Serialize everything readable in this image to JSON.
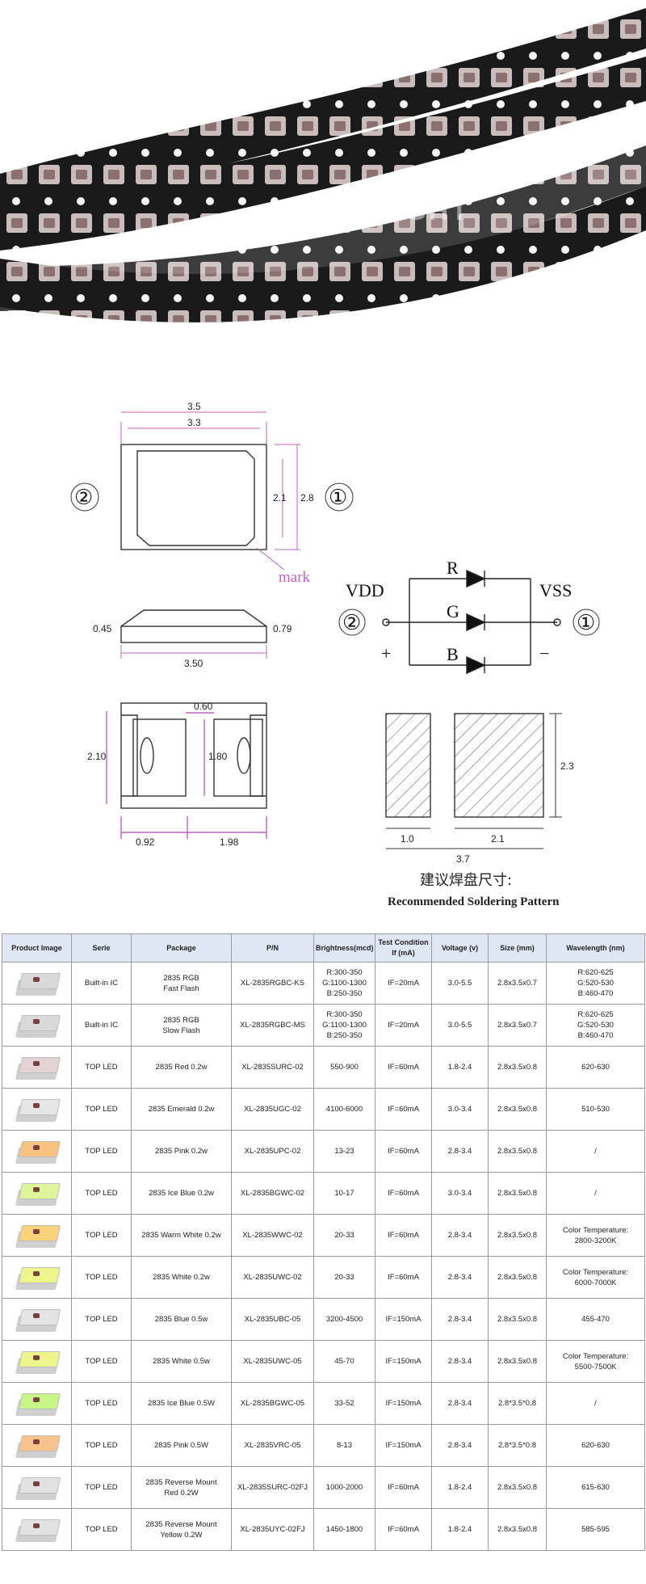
{
  "photo": {
    "watermark": "XINGLIGHT"
  },
  "drawing": {
    "top_view": {
      "dim_width_outer": "3.5",
      "dim_width_inner": "3.3",
      "dim_height_inner": "2.1",
      "dim_height_outer": "2.8",
      "pin_left": "②",
      "pin_right": "①",
      "mark_label": "mark"
    },
    "side_view": {
      "dim_left": "0.45",
      "dim_right": "0.79",
      "dim_width": "3.50"
    },
    "bottom_view": {
      "dim_top": "0.60",
      "dim_left": "2.10",
      "dim_mid": "1.80",
      "dim_left_w": "0.92",
      "dim_right_w": "1.98"
    },
    "schematic": {
      "vdd": "VDD",
      "vss": "VSS",
      "r": "R",
      "g": "G",
      "b": "B",
      "pin_left": "②",
      "pin_right": "①",
      "plus": "+",
      "minus": "−"
    },
    "soldering": {
      "dim_small": "1.0",
      "dim_large": "2.1",
      "dim_total": "3.7",
      "dim_height": "2.3",
      "title_cn": "建议焊盘尺寸:",
      "title_en": "Recommended Soldering Pattern"
    }
  },
  "table": {
    "headers": [
      "Product Image",
      "Serie",
      "Package",
      "P/N",
      "Brightness(mcd)",
      "Test Condition\nIf (mA)",
      "Voltage (v)",
      "Size (mm)",
      "Wavelength (nm)"
    ],
    "rows": [
      {
        "color": "#d9d9d9",
        "serie": "Built-in IC",
        "package": "2835 RGB\nFast Flash",
        "pn": "XL-2835RGBC-KS",
        "brightness": "R:300-350\nG:1100-1300\nB:250-350",
        "test": "IF=20mA",
        "voltage": "3.0-5.5",
        "size": "2.8x3.5x0.7",
        "wavelength": "R:620-625\nG:520-530\nB:460-470"
      },
      {
        "color": "#d9d9d9",
        "serie": "Built-in IC",
        "package": "2835  RGB\nSlow Flash",
        "pn": "XL-2835RGBC-MS",
        "brightness": "R:300-350\nG:1100-1300\nB:250-350",
        "test": "IF=20mA",
        "voltage": "3.0-5.5",
        "size": "2.8x3.5x0.7",
        "wavelength": "R:620-625\nG:520-530\nB:460-470"
      },
      {
        "color": "#e2d4d4",
        "serie": "TOP LED",
        "package": "2835 Red 0.2w",
        "pn": "XL-2835SURC-02",
        "brightness": "550-900",
        "test": "IF=60mA",
        "voltage": "1.8-2.4",
        "size": "2.8x3.5x0.8",
        "wavelength": "620-630"
      },
      {
        "color": "#e6e6e6",
        "serie": "TOP LED",
        "package": "2835 Emerald 0.2w",
        "pn": "XL-2835UGC-02",
        "brightness": "4100-6000",
        "test": "IF=60mA",
        "voltage": "3.0-3.4",
        "size": "2.8x3.5x0.8",
        "wavelength": "510-530"
      },
      {
        "color": "#f8c37e",
        "serie": "TOP LED",
        "package": "2835 Pink 0.2w",
        "pn": "XL-2835UPC-02",
        "brightness": "13-23",
        "test": "IF=60mA",
        "voltage": "2.8-3.4",
        "size": "2.8x3.5x0.8",
        "wavelength": "/"
      },
      {
        "color": "#dff59a",
        "serie": "TOP LED",
        "package": "2835 Ice Blue 0.2w",
        "pn": "XL-2835BGWC-02",
        "brightness": "10-17",
        "test": "IF=60mA",
        "voltage": "3.0-3.4",
        "size": "2.8x3.5x0.8",
        "wavelength": "/"
      },
      {
        "color": "#f9d37c",
        "serie": "TOP LED",
        "package": "2835 Warm White 0.2w",
        "pn": "XL-2835WWC-02",
        "brightness": "20-33",
        "test": "IF=60mA",
        "voltage": "2.8-3.4",
        "size": "2.8x3.5x0.8",
        "wavelength": "Color Temperature:\n2800-3200K"
      },
      {
        "color": "#eef58a",
        "serie": "TOP LED",
        "package": "2835 White 0.2w",
        "pn": "XL-2835UWC-02",
        "brightness": "20-33",
        "test": "IF=60mA",
        "voltage": "2.8-3.4",
        "size": "2.8x3.5x0.8",
        "wavelength": "Color Temperature:\n6000-7000K"
      },
      {
        "color": "#e4e4e4",
        "serie": "TOP LED",
        "package": "2835 Blue 0.5w",
        "pn": "XL-2835UBC-05",
        "brightness": "3200-4500",
        "test": "IF=150mA",
        "voltage": "2.8-3.4",
        "size": "2.8x3.5x0.8",
        "wavelength": "455-470"
      },
      {
        "color": "#eef58a",
        "serie": "TOP LED",
        "package": "2835 White 0.5w",
        "pn": "XL-2835UWC-05",
        "brightness": "45-70",
        "test": "IF=150mA",
        "voltage": "2.8-3.4",
        "size": "2.8x3.5x0.8",
        "wavelength": "Color Temperature:\n5500-7500K"
      },
      {
        "color": "#c8f58a",
        "serie": "TOP LED",
        "package": "2835 Ice Blue 0.5W",
        "pn": "XL-2835BGWC-05",
        "brightness": "33-52",
        "test": "IF=150mA",
        "voltage": "2.8-3.4",
        "size": "2.8*3.5*0.8",
        "wavelength": "/"
      },
      {
        "color": "#f8c38c",
        "serie": "TOP LED",
        "package": "2835 Pink 0.5W",
        "pn": "XL-2835VRC-05",
        "brightness": "8-13",
        "test": "IF=150mA",
        "voltage": "2.8-3.4",
        "size": "2.8*3.5*0.8",
        "wavelength": "620-630"
      },
      {
        "color": "#e2e2e2",
        "serie": "TOP LED",
        "package": "2835 Reverse Mount\nRed 0.2W",
        "pn": "XL-2835SURC-02FJ",
        "brightness": "1000-2000",
        "test": "IF=60mA",
        "voltage": "1.8-2.4",
        "size": "2.8x3.5x0.8",
        "wavelength": "615-630"
      },
      {
        "color": "#e2e2e2",
        "serie": "TOP LED",
        "package": "2835 Reverse Mount\nYellow 0.2W",
        "pn": "XL-2835UYC-02FJ",
        "brightness": "1450-1800",
        "test": "IF=60mA",
        "voltage": "1.8-2.4",
        "size": "2.8x3.5x0.8",
        "wavelength": "585-595"
      }
    ]
  }
}
